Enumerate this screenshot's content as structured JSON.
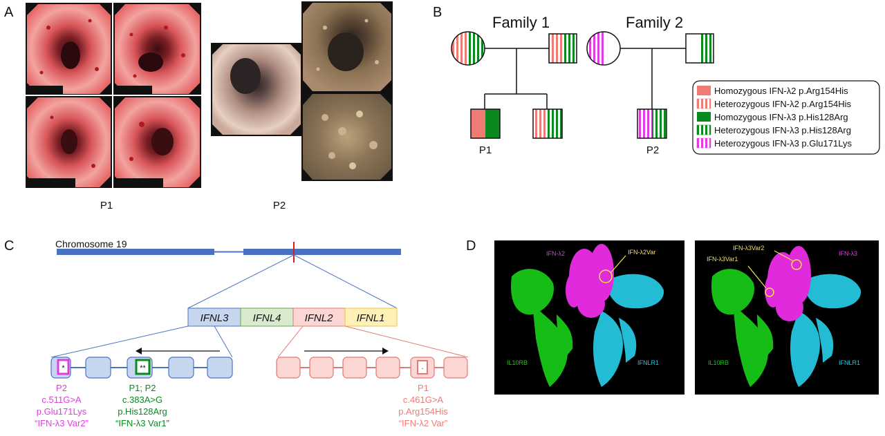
{
  "panels": {
    "a": {
      "letter": "A",
      "p1_label": "P1",
      "p2_label": "P2"
    },
    "b": {
      "letter": "B",
      "family1_title": "Family 1",
      "family2_title": "Family 2",
      "p1_label": "P1",
      "p2_label": "P2",
      "legend": [
        {
          "text": "Homozygous IFN-λ2 p.Arg154His",
          "color": "#f07b74",
          "pattern": "solid"
        },
        {
          "text": "Heterozygous IFN-λ2 p.Arg154His",
          "color": "#f07b74",
          "pattern": "striped"
        },
        {
          "text": "Homozygous IFN-λ3 p.His128Arg",
          "color": "#0a8a1e",
          "pattern": "solid"
        },
        {
          "text": "Heterozygous IFN-λ3 p.His128Arg",
          "color": "#0a8a1e",
          "pattern": "striped"
        },
        {
          "text": "Heterozygous IFN-λ3 p.Glu171Lys",
          "color": "#e23ce0",
          "pattern": "striped"
        }
      ]
    },
    "c": {
      "letter": "C",
      "chromosome_label": "Chromosome 19",
      "genes": [
        "IFNL3",
        "IFNL4",
        "IFNL2",
        "IFNL1"
      ],
      "exon_marks": {
        "single": "*",
        "double": "**",
        "dot": "."
      },
      "variant_ifnl3_a": {
        "patient": "P2",
        "cdna": "c.511G>A",
        "protein": "p.Glu171Lys",
        "name": "“IFN-λ3 Var2”"
      },
      "variant_ifnl3_b": {
        "patient": "P1; P2",
        "cdna": "c.383A>G",
        "protein": "p.His128Arg",
        "name": "“IFN-λ3 Var1”"
      },
      "variant_ifnl2": {
        "patient": "P1",
        "cdna": "c.461G>A",
        "protein": "p.Arg154His",
        "name": "“IFN-λ2 Var”"
      }
    },
    "d": {
      "letter": "D",
      "left": {
        "ligand": "IFN-λ2",
        "variant": "IFN-λ2Var",
        "receptor1": "IL10RB",
        "receptor2": "IFNLR1"
      },
      "right": {
        "ligand": "IFN-λ3",
        "variant1": "IFN-λ3Var1",
        "variant2": "IFN-λ3Var2",
        "receptor1": "IL10RB",
        "receptor2": "IFNLR1"
      }
    }
  },
  "colors": {
    "salmon": "#f07b74",
    "green": "#0a8a1e",
    "magenta": "#e23ce0",
    "chromosome_blue": "#4a72c4",
    "ifnl3_fill": "#c5d6ee",
    "ifnl4_fill": "#d8ebcf",
    "ifnl2_fill": "#fbd6d2",
    "ifnl1_fill": "#fff0b8",
    "label_green": "#00d000",
    "label_cyan": "#25c7e0",
    "label_yellow": "#f2e24a"
  }
}
